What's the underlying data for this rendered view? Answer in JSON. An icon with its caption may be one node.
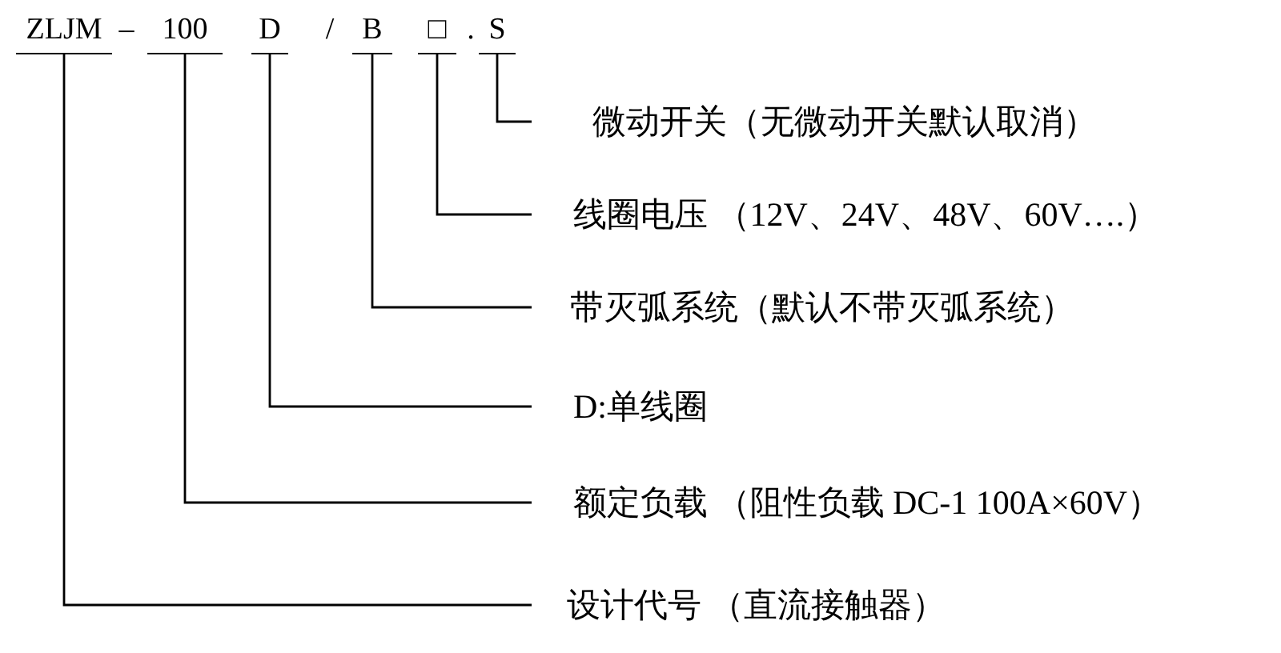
{
  "diagram": {
    "nodes": [
      {
        "text": [
          "ZLJM"
        ]
      },
      {
        "text": [
          "100"
        ]
      },
      {
        "text": [
          "D"
        ]
      },
      {
        "text": [
          "B"
        ]
      },
      {
        "text": [
          "□"
        ]
      },
      {
        "text": [
          "S"
        ]
      },
      {
        "text": [
          "微动开关（无微动开关默认取消）"
        ]
      },
      {
        "text": [
          "线圈电压 （12V、24V、48V、60V….）"
        ]
      },
      {
        "text": [
          "带灭弧系统（默认不带灭弧系统）"
        ]
      },
      {
        "text": [
          "D:单线圈"
        ]
      },
      {
        "text": [
          "额定负载 （阻性负载 DC-1 100A×60V）"
        ]
      },
      {
        "text": [
          "设计代号 （直流接触器）"
        ]
      }
    ],
    "edges": [
      {
        "from": 5,
        "to": 6,
        "arrow": "none"
      },
      {
        "from": 4,
        "to": 7,
        "arrow": "none"
      },
      {
        "from": 3,
        "to": 8,
        "arrow": "none"
      },
      {
        "from": 2,
        "to": 9,
        "arrow": "none"
      },
      {
        "from": 1,
        "to": 10,
        "arrow": "none"
      },
      {
        "from": 0,
        "to": 11,
        "arrow": "none"
      }
    ],
    "labels": [
      "–",
      "/",
      "."
    ]
  }
}
